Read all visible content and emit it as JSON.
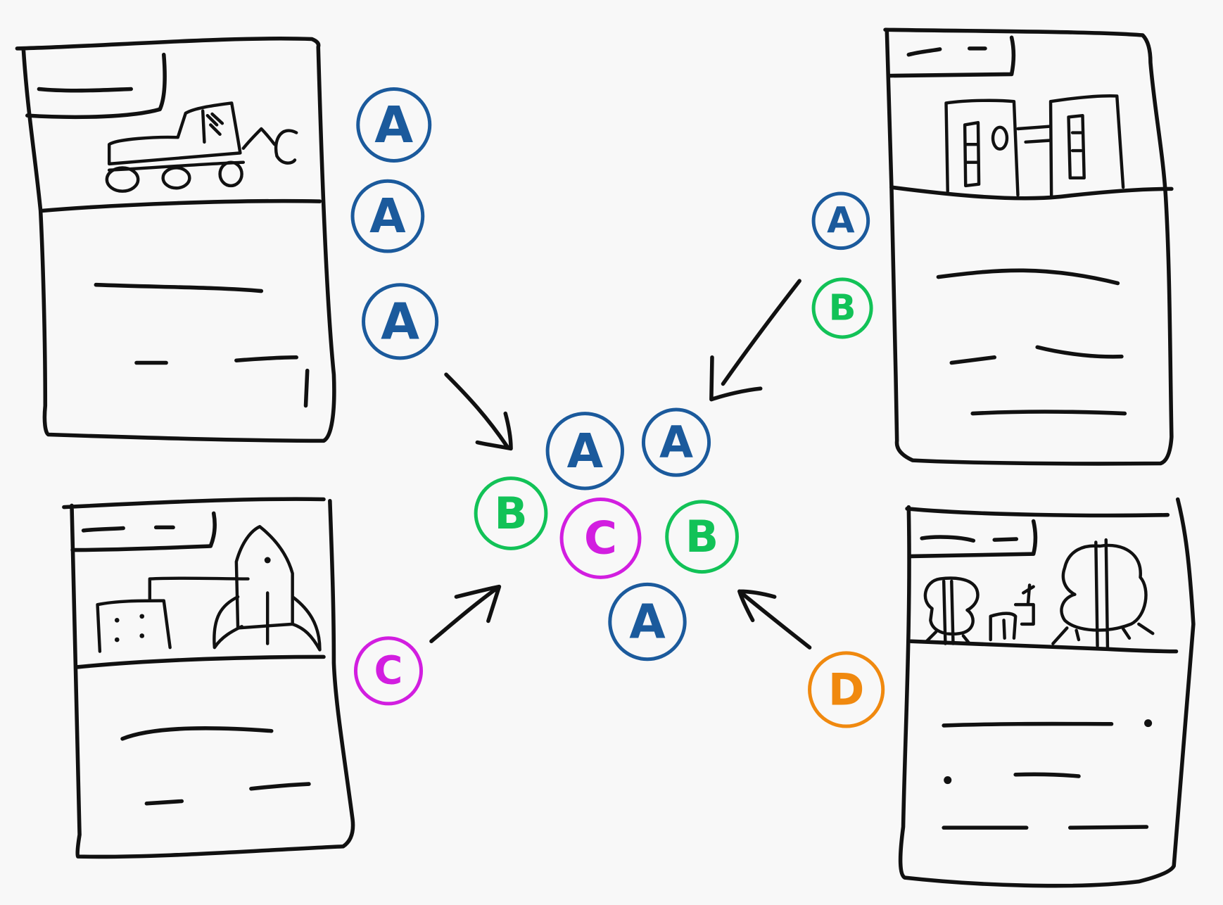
{
  "colors": {
    "A": "#1b5a9c",
    "B": "#12c257",
    "C": "#d21ee0",
    "D": "#f0890f",
    "ink": "#111111",
    "background": "#f8f8f8"
  },
  "badges": {
    "card1_a1": "A",
    "card1_a2": "A",
    "card1_a3": "A",
    "card2_a": "A",
    "card2_b": "B",
    "card3_c": "C",
    "card4_d": "D",
    "center_a1": "A",
    "center_a2": "A",
    "center_b1": "B",
    "center_c": "C",
    "center_b2": "B",
    "center_a3": "A"
  }
}
